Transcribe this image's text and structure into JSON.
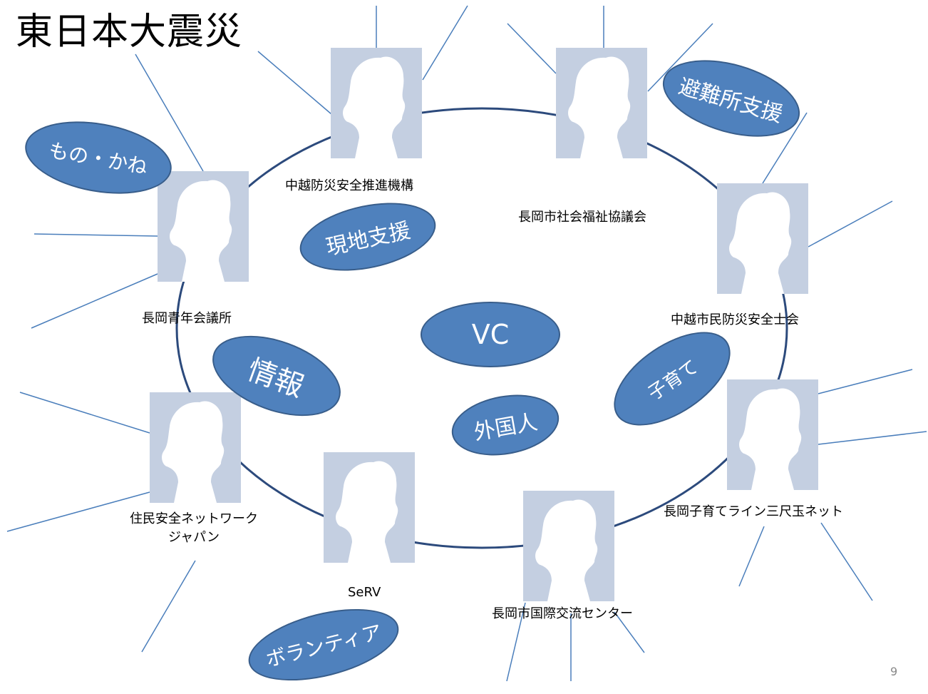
{
  "title": "東日本大震災",
  "center": "VC",
  "organizations": [
    {
      "id": "chuetsu-bosai",
      "name": "中越防災安全推進機構"
    },
    {
      "id": "nagaoka-shakyo",
      "name": "長岡市社会福祉協議会"
    },
    {
      "id": "seinen-kaigisho",
      "name": "長岡青年会議所"
    },
    {
      "id": "shimin-bosai",
      "name": "中越市民防災安全士会"
    },
    {
      "id": "jumin-anzen",
      "name": "住民安全ネットワーク\nジャパン"
    },
    {
      "id": "kosodate-line",
      "name": "長岡子育てライン三尺玉ネット"
    },
    {
      "id": "serv",
      "name": "SeRV"
    },
    {
      "id": "kokusai",
      "name": "長岡市国際交流センター"
    }
  ],
  "topics": [
    {
      "id": "mono-kane",
      "name": "もの・かね"
    },
    {
      "id": "hinanjo",
      "name": "避難所支援"
    },
    {
      "id": "genchi",
      "name": "現地支援"
    },
    {
      "id": "joho",
      "name": "情報"
    },
    {
      "id": "kosodate",
      "name": "子育て"
    },
    {
      "id": "gaikokujin",
      "name": "外国人"
    },
    {
      "id": "volunteer",
      "name": "ボランティア"
    }
  ],
  "page_number": "9",
  "colors": {
    "bubble_fill": "#4f81bd",
    "bubble_border": "#385d8a",
    "ring": "#2c4a7c",
    "spoke": "#4a7ebb",
    "silhouette_bg": "#c4cfe1"
  }
}
